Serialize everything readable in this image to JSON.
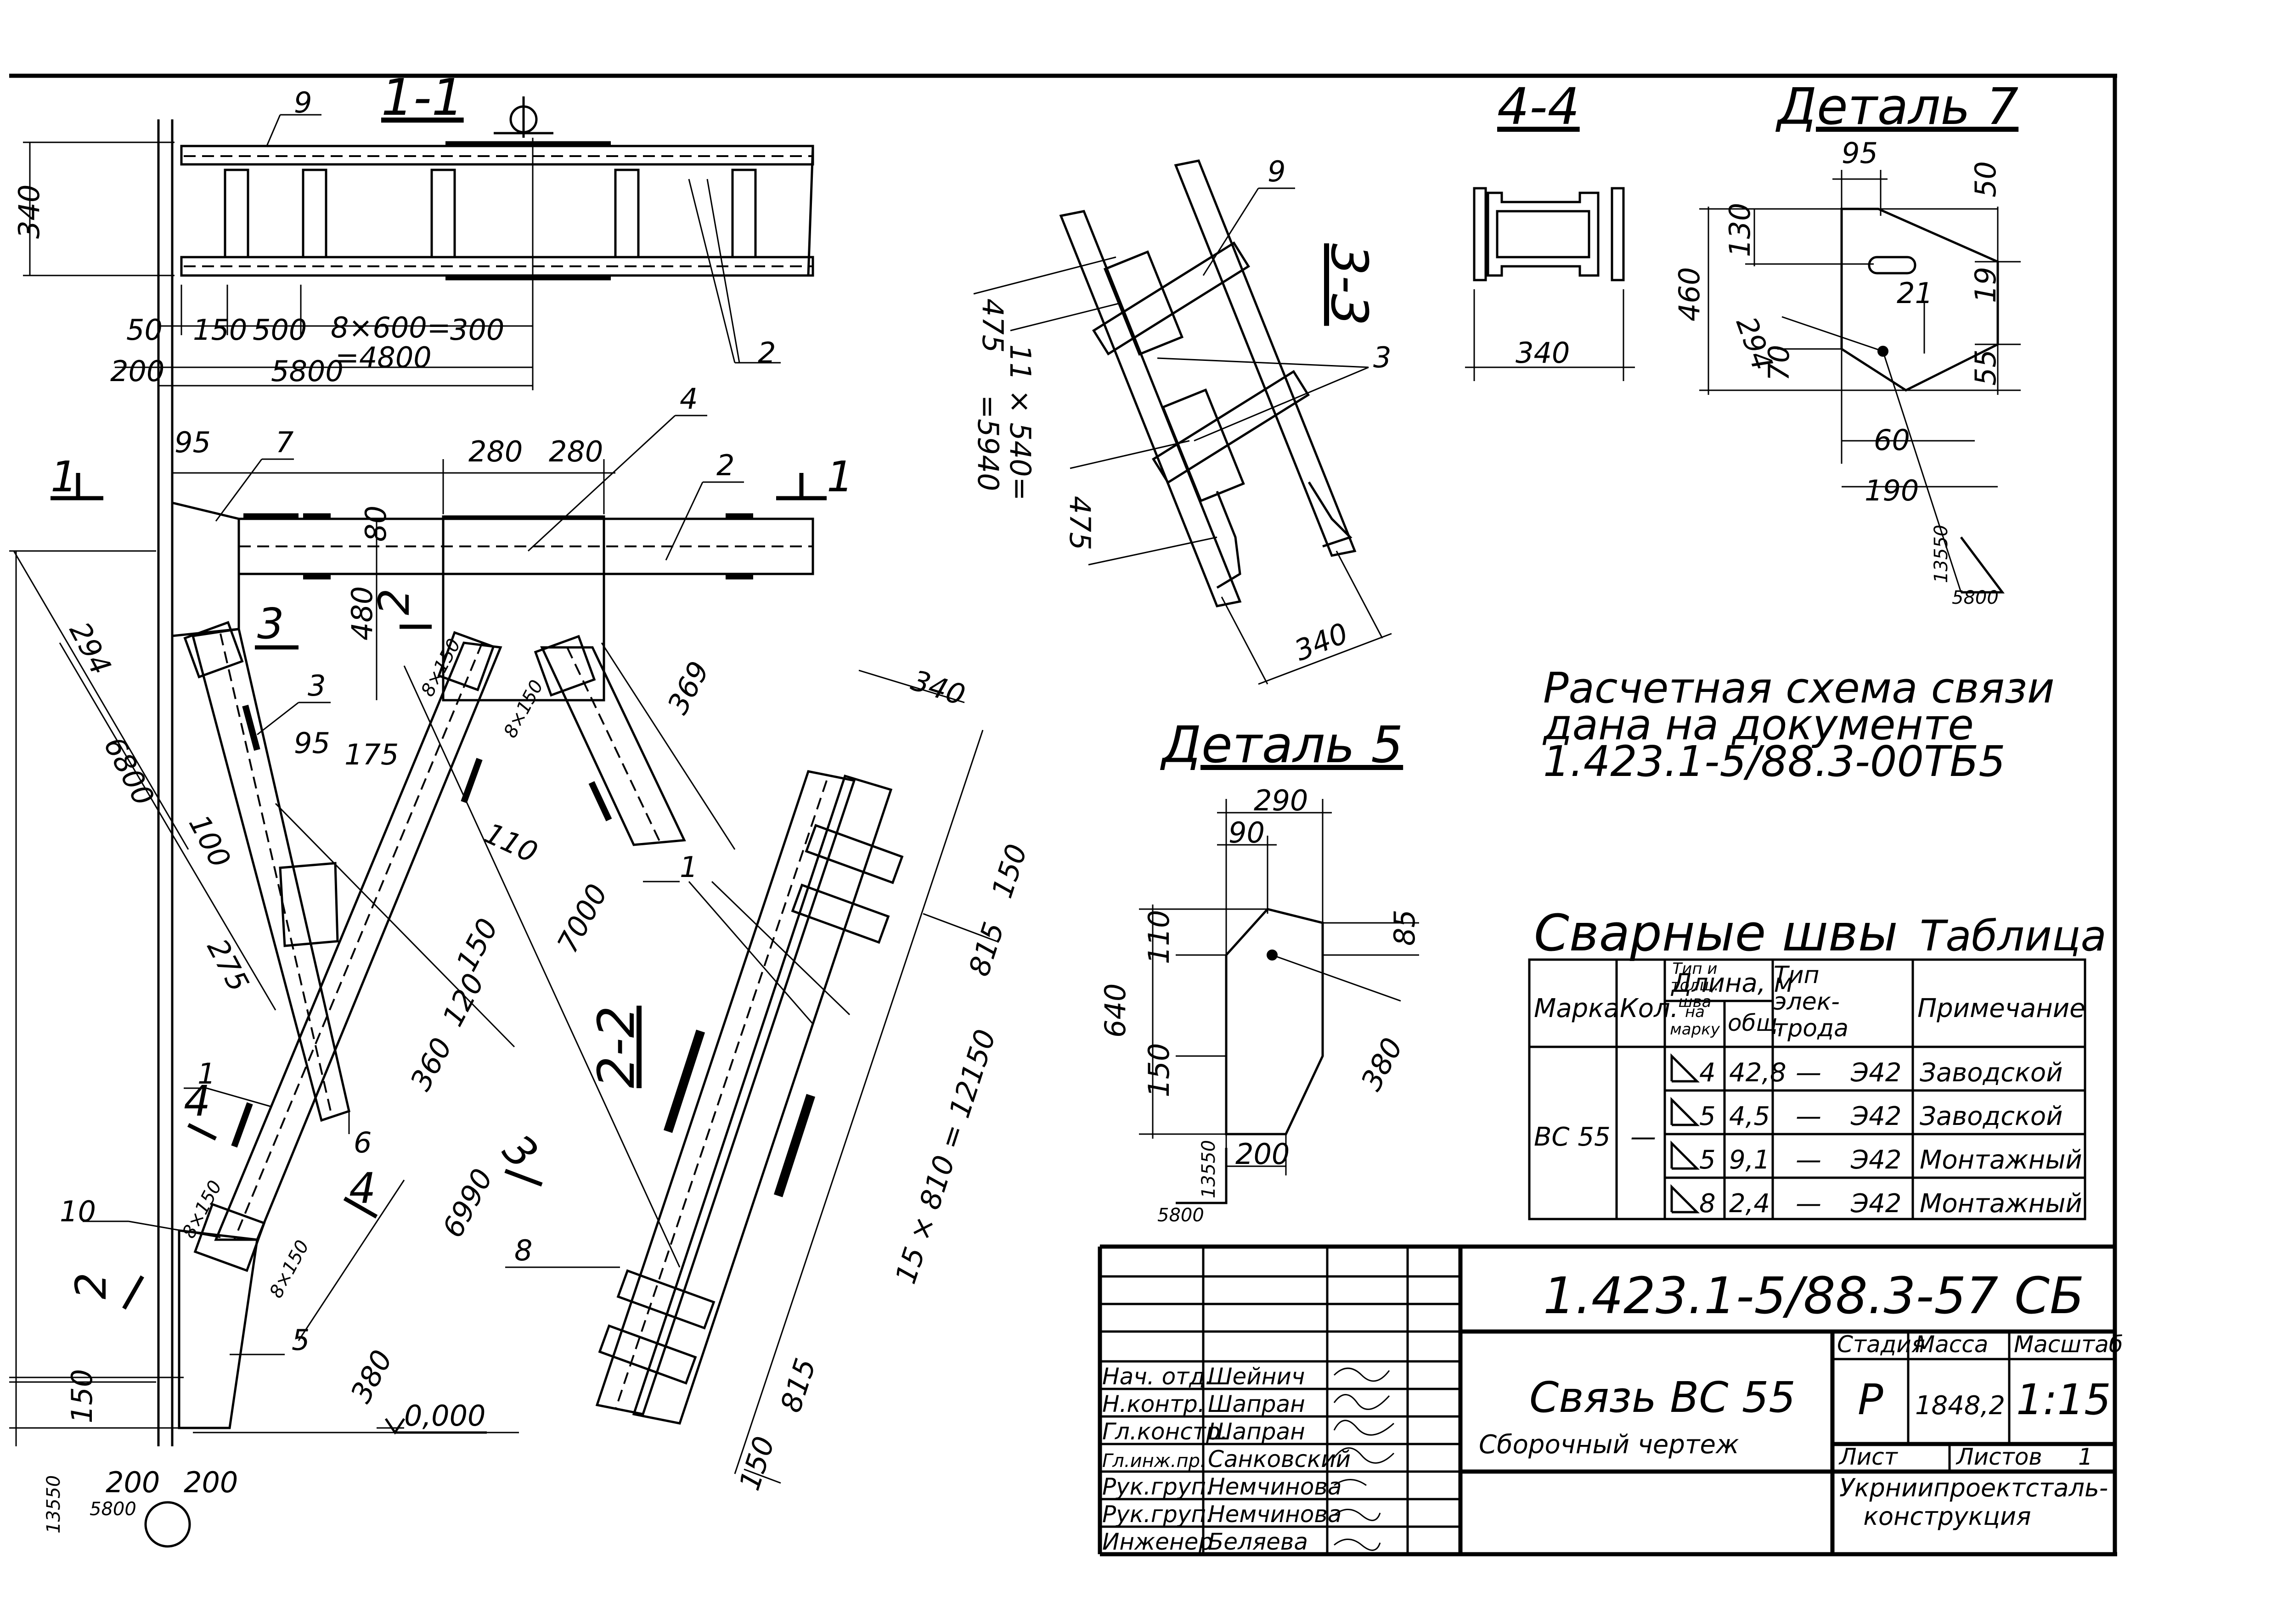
{
  "drawing": {
    "document_code": "1.423.1-5/88.3-57 СБ",
    "title": "Связь ВС 55",
    "subtitle": "Сборочный чертеж",
    "organization": "Укрниипроектсталь-конструкция",
    "stage_label": "Стадия",
    "stage_value": "Р",
    "mass_label": "Масса",
    "mass_value": "1848,2",
    "scale_label": "Масштаб",
    "scale_value": "1:15",
    "sheet_label": "Лист",
    "sheets_label": "Листов",
    "sheets_value": "1",
    "note_lines": [
      "Расчетная схема связи",
      "дана на документе",
      "1.423.1-5/88.3-00ТБ5"
    ],
    "zero_mark": "0,000",
    "staff": [
      {
        "role": "Нач. отд.",
        "name": "Шейнич"
      },
      {
        "role": "Н.контр.",
        "name": "Шапран"
      },
      {
        "role": "Гл.констр.",
        "name": "Шапран"
      },
      {
        "role": "Гл.инж.пр.",
        "name": "Санковский"
      },
      {
        "role": "Рук.груп.",
        "name": "Немчинова"
      },
      {
        "role": "Рук.груп.",
        "name": "Немчинова"
      },
      {
        "role": "Инженер",
        "name": "Беляева"
      }
    ]
  },
  "sections": {
    "s11": "1-1",
    "s22": "2-2",
    "s33": "3-3",
    "s44": "4-4",
    "detail5": "Деталь 5",
    "detail7": "Деталь 7",
    "cut1a": "1",
    "cut1b": "1",
    "cut2": "2",
    "cut3a": "3",
    "cut3b": "3",
    "cut4a": "4",
    "cut4b": "4"
  },
  "weld_table": {
    "title": "Сварные швы",
    "table_label": "Таблица",
    "headers": {
      "mark": "Марка",
      "qty": "Кол.",
      "type": "Тип и толщ. шва",
      "length": "Длина, м",
      "per_mark": "на марку",
      "total": "общ.",
      "electrode": "Тип элек-трода",
      "note": "Примечание"
    },
    "mark_value": "ВС 55",
    "qty_value": "—",
    "rows": [
      {
        "type": "4",
        "per_mark": "42,8",
        "total": "—",
        "electrode": "Э42",
        "note": "Заводской"
      },
      {
        "type": "5",
        "per_mark": "4,5",
        "total": "—",
        "electrode": "Э42",
        "note": "Заводской"
      },
      {
        "type": "5",
        "per_mark": "9,1",
        "total": "—",
        "electrode": "Э42",
        "note": "Монтажный"
      },
      {
        "type": "8",
        "per_mark": "2,4",
        "total": "—",
        "electrode": "Э42",
        "note": "Монтажный"
      }
    ]
  },
  "dimensions": {
    "d340a": "340",
    "d50": "50",
    "d150a": "150",
    "d500": "500",
    "d8x600": "8×600=",
    "d4800": "=4800",
    "d300": "300",
    "d200a": "200",
    "d5800": "5800",
    "d95a": "95",
    "d280a": "280",
    "d280b": "280",
    "d80": "80",
    "d480": "480",
    "d294a": "294",
    "d6800": "6800",
    "d100": "100",
    "d95b": "95",
    "d175": "175",
    "d110": "110",
    "d275": "275",
    "d150b": "150",
    "d120": "120",
    "d360": "360",
    "d7000": "7000",
    "d369": "369",
    "d6990": "6990",
    "d380a": "380",
    "d150c": "150",
    "d200b": "200",
    "d200c": "200",
    "d8x150a": "8×150",
    "d8x150b": "8×150",
    "d8x150c": "8×150",
    "d8x150d": "8×150",
    "d340b": "340",
    "d150d": "150",
    "d815a": "815",
    "d15x810": "15 × 810 = 12150",
    "d815b": "815",
    "d150e": "150",
    "d475a": "475",
    "d11x540": "11 × 540=",
    "d5940": "=5940",
    "d475b": "475",
    "d340c": "340",
    "d340d": "340",
    "d95c": "95",
    "d50b": "50",
    "d130": "130",
    "d460": "460",
    "d19": "19",
    "d21": "21",
    "d294b": "294",
    "d70": "70",
    "d55": "55",
    "d60": "60",
    "d190": "190",
    "d290": "290",
    "d90": "90",
    "d85": "85",
    "d110b": "110",
    "d640": "640",
    "d380b": "380",
    "d150f": "150",
    "d200d": "200",
    "slope_a": "13550",
    "slope_b": "5800",
    "slope_c": "13550",
    "slope_d": "5800",
    "slope_e": "13550",
    "slope_f": "5800"
  },
  "callouts": {
    "p1a": "1",
    "p1b": "1",
    "p2a": "2",
    "p2b": "2",
    "p3a": "3",
    "p3b": "3",
    "p4": "4",
    "p5": "5",
    "p6": "6",
    "p7": "7",
    "p8": "8",
    "p9a": "9",
    "p9b": "9",
    "p10": "10",
    "weld4": "4"
  }
}
